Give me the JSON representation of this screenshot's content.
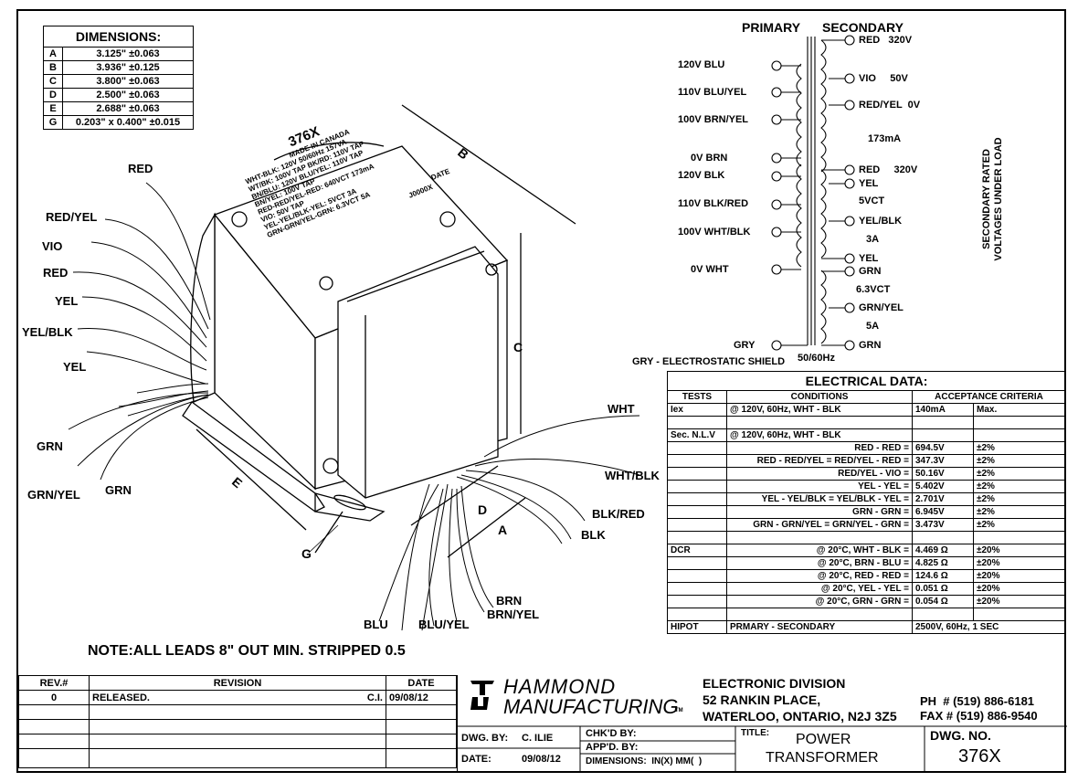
{
  "dimensions": {
    "title": "DIMENSIONS:",
    "rows": [
      {
        "k": "A",
        "v": "3.125\" ±0.063"
      },
      {
        "k": "B",
        "v": "3.936\" ±0.125"
      },
      {
        "k": "C",
        "v": "3.800\" ±0.063"
      },
      {
        "k": "D",
        "v": "2.500\" ±0.063"
      },
      {
        "k": "E",
        "v": "2.688\" ±0.063"
      },
      {
        "k": "G",
        "v": "0.203\" x 0.400\" ±0.015"
      }
    ]
  },
  "drawing": {
    "letters": {
      "a": "A",
      "b": "B",
      "c": "C",
      "d": "D",
      "e": "E",
      "g": "G"
    },
    "left_leads": [
      "RED",
      "RED/YEL",
      "VIO",
      "RED",
      "YEL",
      "YEL/BLK",
      "YEL",
      "GRN",
      "GRN/YEL",
      "GRN"
    ],
    "right_leads": [
      "WHT",
      "WHT/BLK",
      "BLK/RED",
      "BLK"
    ],
    "bottom_leads": [
      "BLU",
      "BLU/YEL",
      "BRN",
      "BRN/YEL"
    ],
    "note": "NOTE:ALL LEADS 8\" OUT MIN.  STRIPPED 0.5",
    "label_model": "376X",
    "label_made": "MADE IN CANADA",
    "label_lines": [
      "WHT-BLK: 120V 50/60Hz 157VA",
      "WT/BK: 100V TAP  BK/RD: 110V TAP",
      "BN/BLU: 120V  BLU/YEL: 110V TAP",
      "BN/YEL: 100V TAP",
      "RED-RED/YEL-RED: 640VCT 173mA",
      "VIO: 50V TAP",
      "YEL-YEL/BLK-YEL: 5VCT 3A",
      "GRN-GRN/YEL-GRN: 6.3VCT 5A"
    ],
    "label_date": "DATE",
    "label_code": "J0000X"
  },
  "schematic": {
    "primary_title": "PRIMARY",
    "secondary_title": "SECONDARY",
    "primary": [
      "120V  BLU",
      "110V  BLU/YEL",
      "100V  BRN/YEL",
      "0V  BRN",
      "120V  BLK",
      "110V  BLK/RED",
      "100V  WHT/BLK",
      "0V  WHT"
    ],
    "secondary": [
      "RED   320V",
      "VIO     50V",
      "RED/YEL  0V",
      "173mA",
      "RED     320V",
      "YEL",
      "5VCT",
      "YEL/BLK",
      "3A",
      "YEL",
      "GRN",
      "6.3VCT",
      "GRN/YEL",
      "5A",
      "GRN"
    ],
    "gry": "GRY",
    "shield": "GRY - ELECTROSTATIC SHIELD",
    "freq": "50/60Hz",
    "side_note_1": "SECONDARY RATED",
    "side_note_2": "VOLTAGES UNDER LOAD"
  },
  "electrical": {
    "title": "ELECTRICAL DATA:",
    "headers": [
      "TESTS",
      "CONDITIONS",
      "ACCEPTANCE CRITERIA"
    ],
    "rows": [
      [
        "Iex",
        "@ 120V, 60Hz, WHT - BLK",
        "140mA",
        "Max."
      ],
      [
        "",
        "",
        "",
        ""
      ],
      [
        "Sec. N.L.V",
        "@ 120V, 60Hz, WHT - BLK",
        "",
        ""
      ],
      [
        "",
        "RED - RED =",
        "694.5V",
        "±2%"
      ],
      [
        "",
        "RED - RED/YEL = RED/YEL - RED =",
        "347.3V",
        "±2%"
      ],
      [
        "",
        "RED/YEL - VIO =",
        "50.16V",
        "±2%"
      ],
      [
        "",
        "YEL - YEL =",
        "5.402V",
        "±2%"
      ],
      [
        "",
        "YEL - YEL/BLK = YEL/BLK - YEL =",
        "2.701V",
        "±2%"
      ],
      [
        "",
        "GRN - GRN =",
        "6.945V",
        "±2%"
      ],
      [
        "",
        "GRN - GRN/YEL = GRN/YEL - GRN =",
        "3.473V",
        "±2%"
      ],
      [
        "",
        "",
        "",
        ""
      ],
      [
        "DCR",
        "@ 20°C, WHT - BLK =",
        "4.469 Ω",
        "±20%"
      ],
      [
        "",
        "@ 20°C, BRN - BLU =",
        "4.825 Ω",
        "±20%"
      ],
      [
        "",
        "@ 20°C, RED - RED =",
        "124.6 Ω",
        "±20%"
      ],
      [
        "",
        "@ 20°C, YEL - YEL =",
        "0.051 Ω",
        "±20%"
      ],
      [
        "",
        "@ 20°C, GRN - GRN =",
        "0.054 Ω",
        "±20%"
      ],
      [
        "",
        "",
        "",
        ""
      ],
      [
        "HIPOT",
        "PRMARY - SECONDARY",
        "2500V, 60Hz, 1 SEC",
        ""
      ]
    ]
  },
  "revision": {
    "headers": [
      "REV.#",
      "REVISION",
      "DATE"
    ],
    "rows": [
      [
        "0",
        "RELEASED.",
        "C.I.",
        "09/08/12"
      ]
    ]
  },
  "titleblock": {
    "company_1": "HAMMOND",
    "company_2": "MANUFACTURING",
    "tm": "TM",
    "division": "ELECTRONIC DIVISION",
    "addr1": "52 RANKIN PLACE,",
    "addr2": "WATERLOO, ONTARIO, N2J 3Z5",
    "ph": "PH  # (519) 886-6181",
    "fax": "FAX # (519) 886-9540",
    "dwg_by_label": "DWG. BY:",
    "dwg_by": "C. ILIE",
    "date_label": "DATE:",
    "date": "09/08/12",
    "chkd": "CHK'D BY:",
    "appd": "APP'D. BY:",
    "dimensions": "DIMENSIONS:  IN(X) MM(  )",
    "title_label": "TITLE:",
    "title_1": "POWER",
    "title_2": "TRANSFORMER",
    "dwg_no_label": "DWG. NO.",
    "dwg_no": "376X"
  }
}
